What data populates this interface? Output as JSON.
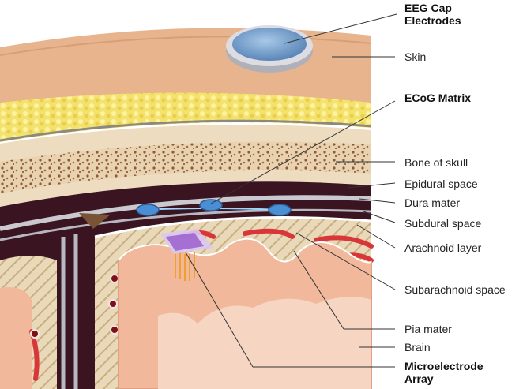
{
  "labels": {
    "eeg_cap": "EEG Cap Electrodes",
    "skin": "Skin",
    "ecog": "ECoG Matrix",
    "bone": "Bone of skull",
    "epidural": "Epidural space",
    "dura": "Dura mater",
    "subdural": "Subdural space",
    "arachnoid": "Arachnoid layer",
    "subarachnoid": "Subarachnoid space",
    "pia": "Pia mater",
    "brain": "Brain",
    "micro": "Microelectrode Array"
  },
  "colors": {
    "skin": "#e7b48e",
    "fat": "#f1e06a",
    "bone": "#e8d2b0",
    "bone_spot": "#8b5a3a",
    "dura": "#c9c9cf",
    "dark_space": "#3a1420",
    "brain": "#f1b89c",
    "brain_inner": "#f6d6c2",
    "fiber": "#cdb48a",
    "vessel": "#d9363a",
    "electrode": "#4a8fd6",
    "micro_array": "#9b5fd0",
    "micro_pins": "#f0a030"
  },
  "icons": {
    "eeg_cap": "eeg-electrode-icon",
    "ecog": "ecog-electrode-icon",
    "micro": "microelectrode-array-icon"
  }
}
